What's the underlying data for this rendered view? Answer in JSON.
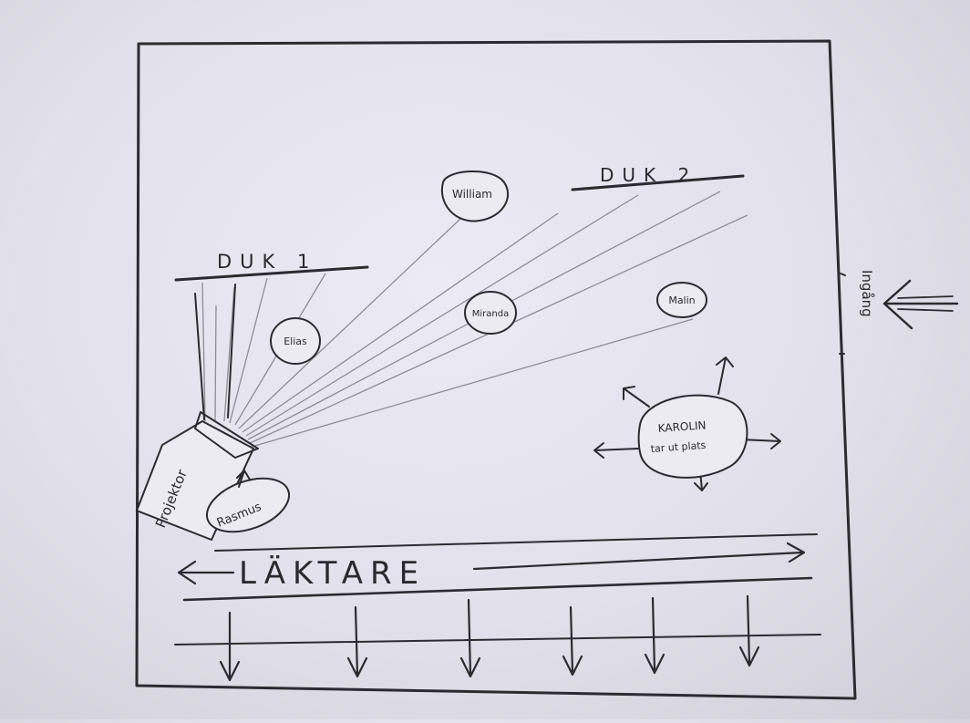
{
  "screens": {
    "screen1_label": "DUK 1",
    "screen2_label": "DUK 2"
  },
  "people": {
    "william": "William",
    "elias": "Elias",
    "miranda": "Miranda",
    "malin": "Malin",
    "rasmus": "Rasmus",
    "karolin_line1": "KAROLIN",
    "karolin_line2": "tar ut plats"
  },
  "projector_label": "Projektor",
  "gallery_label": "LÄKTARE",
  "entrance_label": "Ingång"
}
